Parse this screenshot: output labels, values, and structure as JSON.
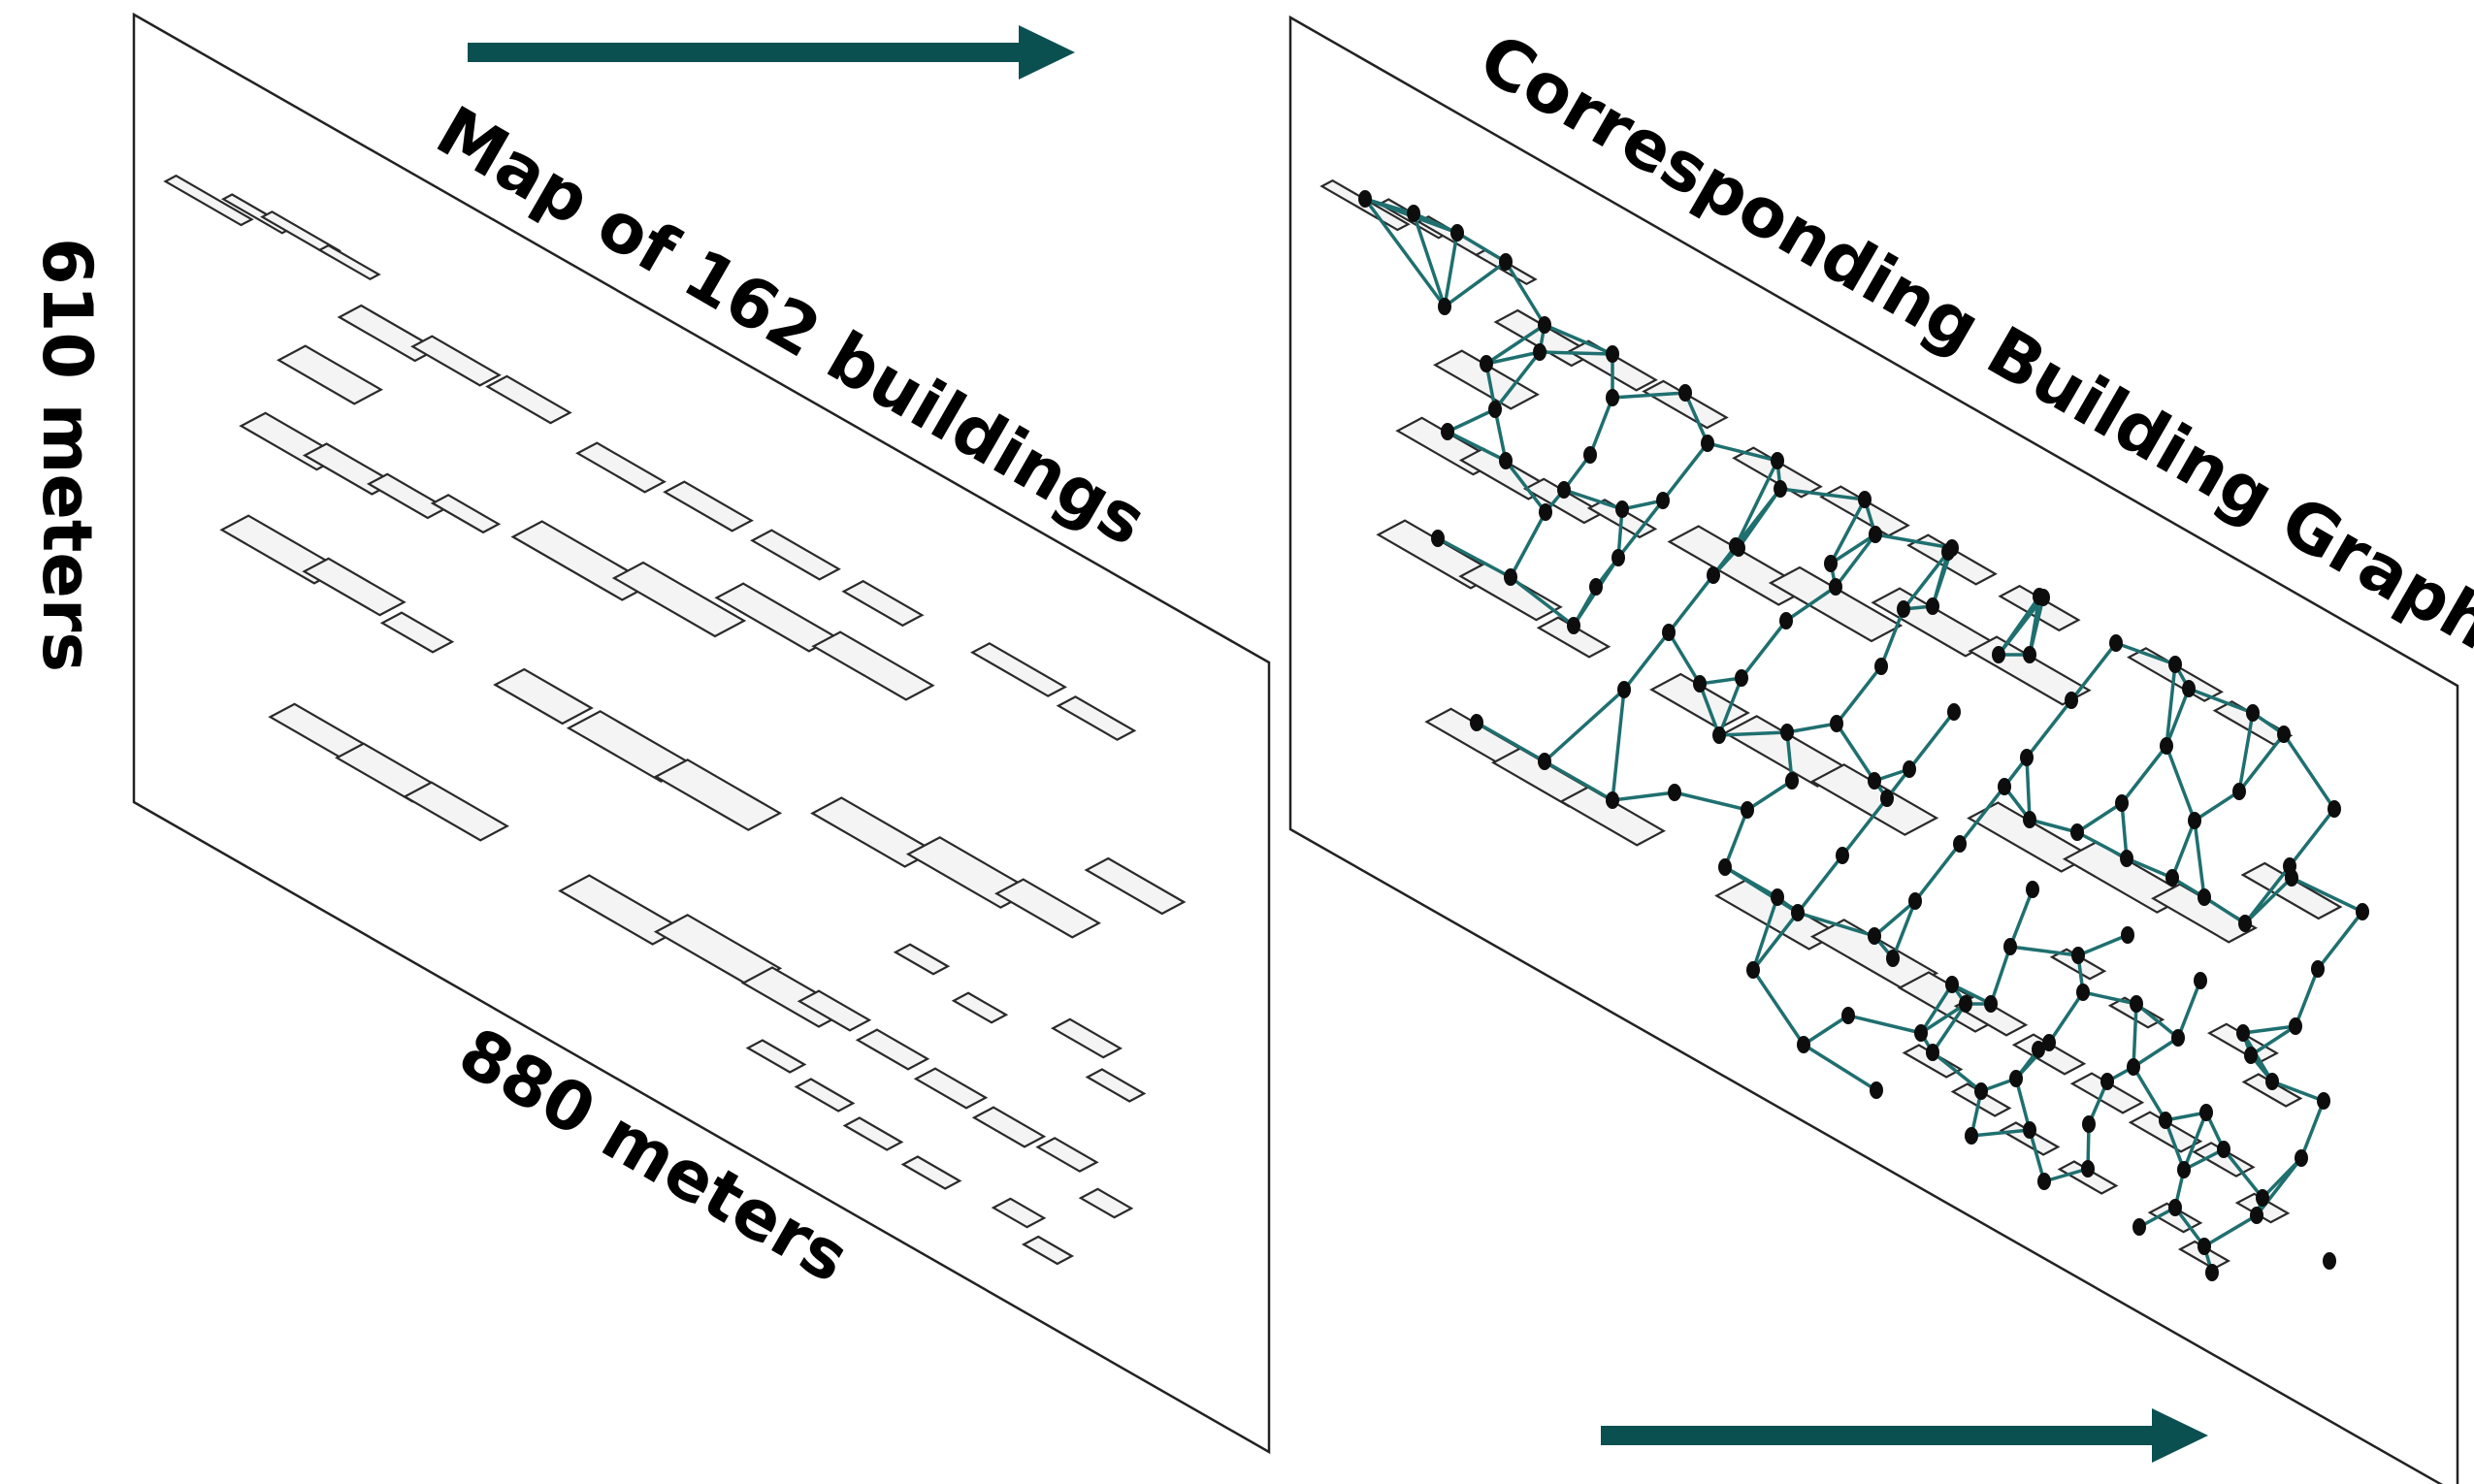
{
  "left_panel": {
    "title": "Map of 162 buildings",
    "height_label": "610 meters",
    "width_label": "880 meters"
  },
  "right_panel": {
    "title": "Corresponding Building Graph"
  },
  "colors": {
    "arrow": "#0b5050",
    "edge": "#1f6f6f",
    "node": "#0d0d0d",
    "building_fill": "#f4f4f4"
  }
}
